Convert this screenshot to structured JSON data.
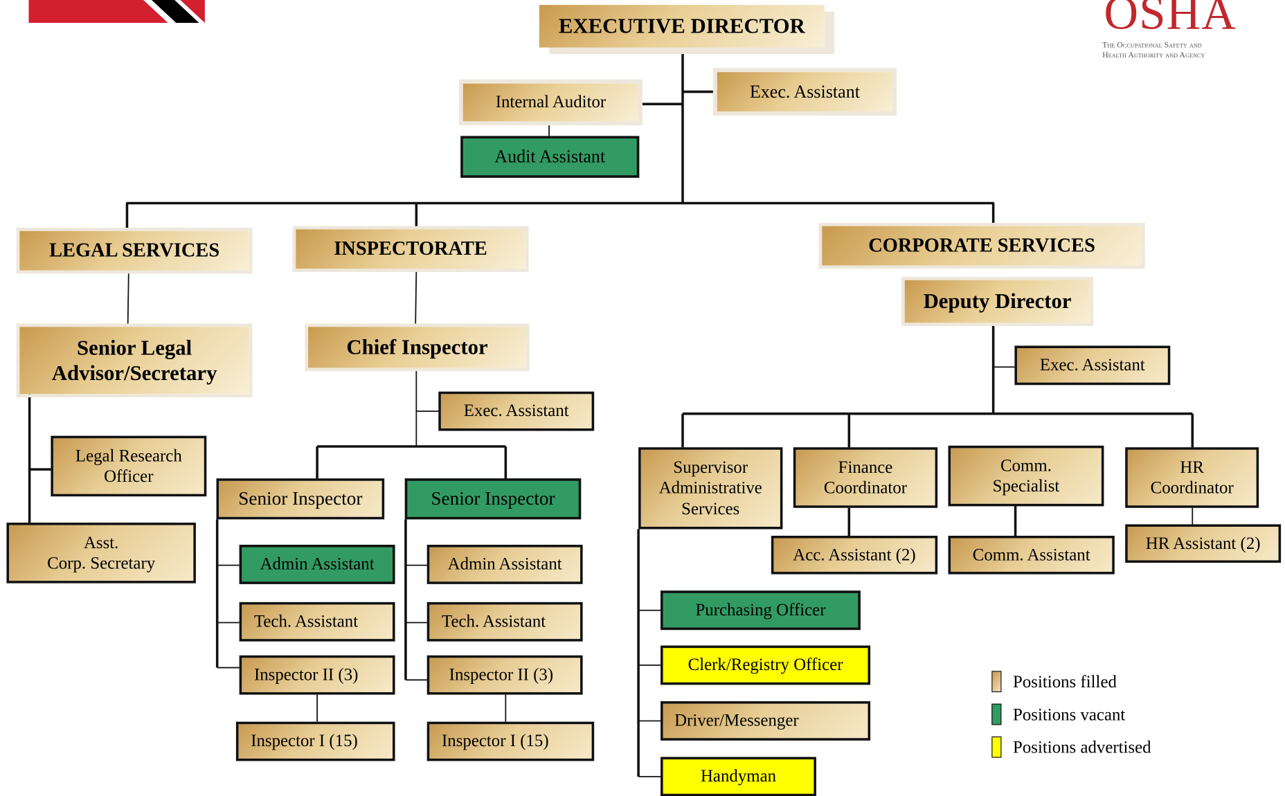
{
  "logos": {
    "osha_word": "OSHA",
    "osha_subtitle_line1": "The Occupational Safety and",
    "osha_subtitle_line2": "Health Authority and Agency"
  },
  "top": {
    "executive_director": "EXECUTIVE DIRECTOR",
    "internal_auditor": "Internal Auditor",
    "audit_assistant": "Audit Assistant",
    "exec_assistant": "Exec. Assistant"
  },
  "legal": {
    "heading": "LEGAL SERVICES",
    "senior_legal_advisor": "Senior Legal\nAdvisor/Secretary",
    "legal_research_officer": "Legal Research\nOfficer",
    "asst_corp_secretary": "Asst.\nCorp. Secretary"
  },
  "inspectorate": {
    "heading": "INSPECTORATE",
    "chief_inspector": "Chief Inspector",
    "exec_assistant": "Exec. Assistant",
    "left": {
      "senior_inspector": "Senior Inspector",
      "admin_assistant": "Admin Assistant",
      "tech_assistant": "Tech. Assistant",
      "inspector_ii": "Inspector II (3)",
      "inspector_i": "Inspector I (15)"
    },
    "right": {
      "senior_inspector": "Senior Inspector",
      "admin_assistant": "Admin Assistant",
      "tech_assistant": "Tech. Assistant",
      "inspector_ii": "Inspector II (3)",
      "inspector_i": "Inspector I (15)"
    }
  },
  "corporate": {
    "heading": "CORPORATE SERVICES",
    "deputy_director": "Deputy Director",
    "exec_assistant": "Exec. Assistant",
    "supervisor_admin": "Supervisor\nAdministrative\nServices",
    "finance_coordinator": "Finance\nCoordinator",
    "comm_specialist": "Comm.\nSpecialist",
    "hr_coordinator": "HR\nCoordinator",
    "acc_assistant": "Acc. Assistant (2)",
    "comm_assistant": "Comm. Assistant",
    "hr_assistant": "HR Assistant (2)",
    "purchasing_officer": "Purchasing Officer",
    "clerk_registry": "Clerk/Registry Officer",
    "driver_messenger": "Driver/Messenger",
    "handyman": "Handyman"
  },
  "legend": {
    "filled": "Positions filled",
    "vacant": "Positions vacant",
    "advertised": "Positions advertised"
  },
  "colors": {
    "filled": "#e7cd95",
    "vacant": "#329b63",
    "advertised": "#ffff00",
    "osha_red": "#c0282d"
  }
}
